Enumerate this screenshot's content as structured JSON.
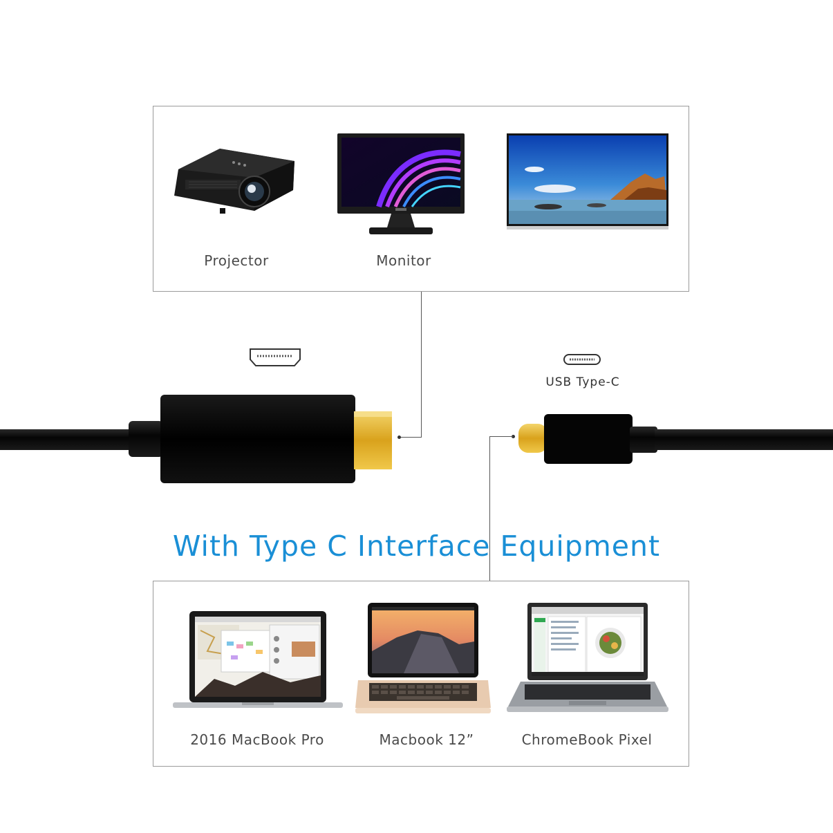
{
  "output_devices": {
    "items": [
      {
        "label": "Projector",
        "icon": "projector-image"
      },
      {
        "label": "Monitor",
        "icon": "monitor-image"
      },
      {
        "label": "",
        "icon": "tv-image"
      }
    ]
  },
  "connectors": {
    "hdmi_icon": "hdmi-port-icon",
    "usbc_icon": "usb-c-port-icon",
    "usbc_label": "USB Type-C"
  },
  "headline": "With Type C Interface Equipment",
  "input_devices": {
    "items": [
      {
        "label": "2016 MacBook Pro",
        "icon": "macbook-pro-image"
      },
      {
        "label": "Macbook 12”",
        "icon": "macbook-12-image"
      },
      {
        "label": "ChromeBook Pixel",
        "icon": "chromebook-pixel-image"
      }
    ]
  },
  "colors": {
    "headline": "#1a8fd6",
    "cable": "#0a0a0a",
    "gold": "#e0b12a",
    "border": "#9a9a9a"
  }
}
